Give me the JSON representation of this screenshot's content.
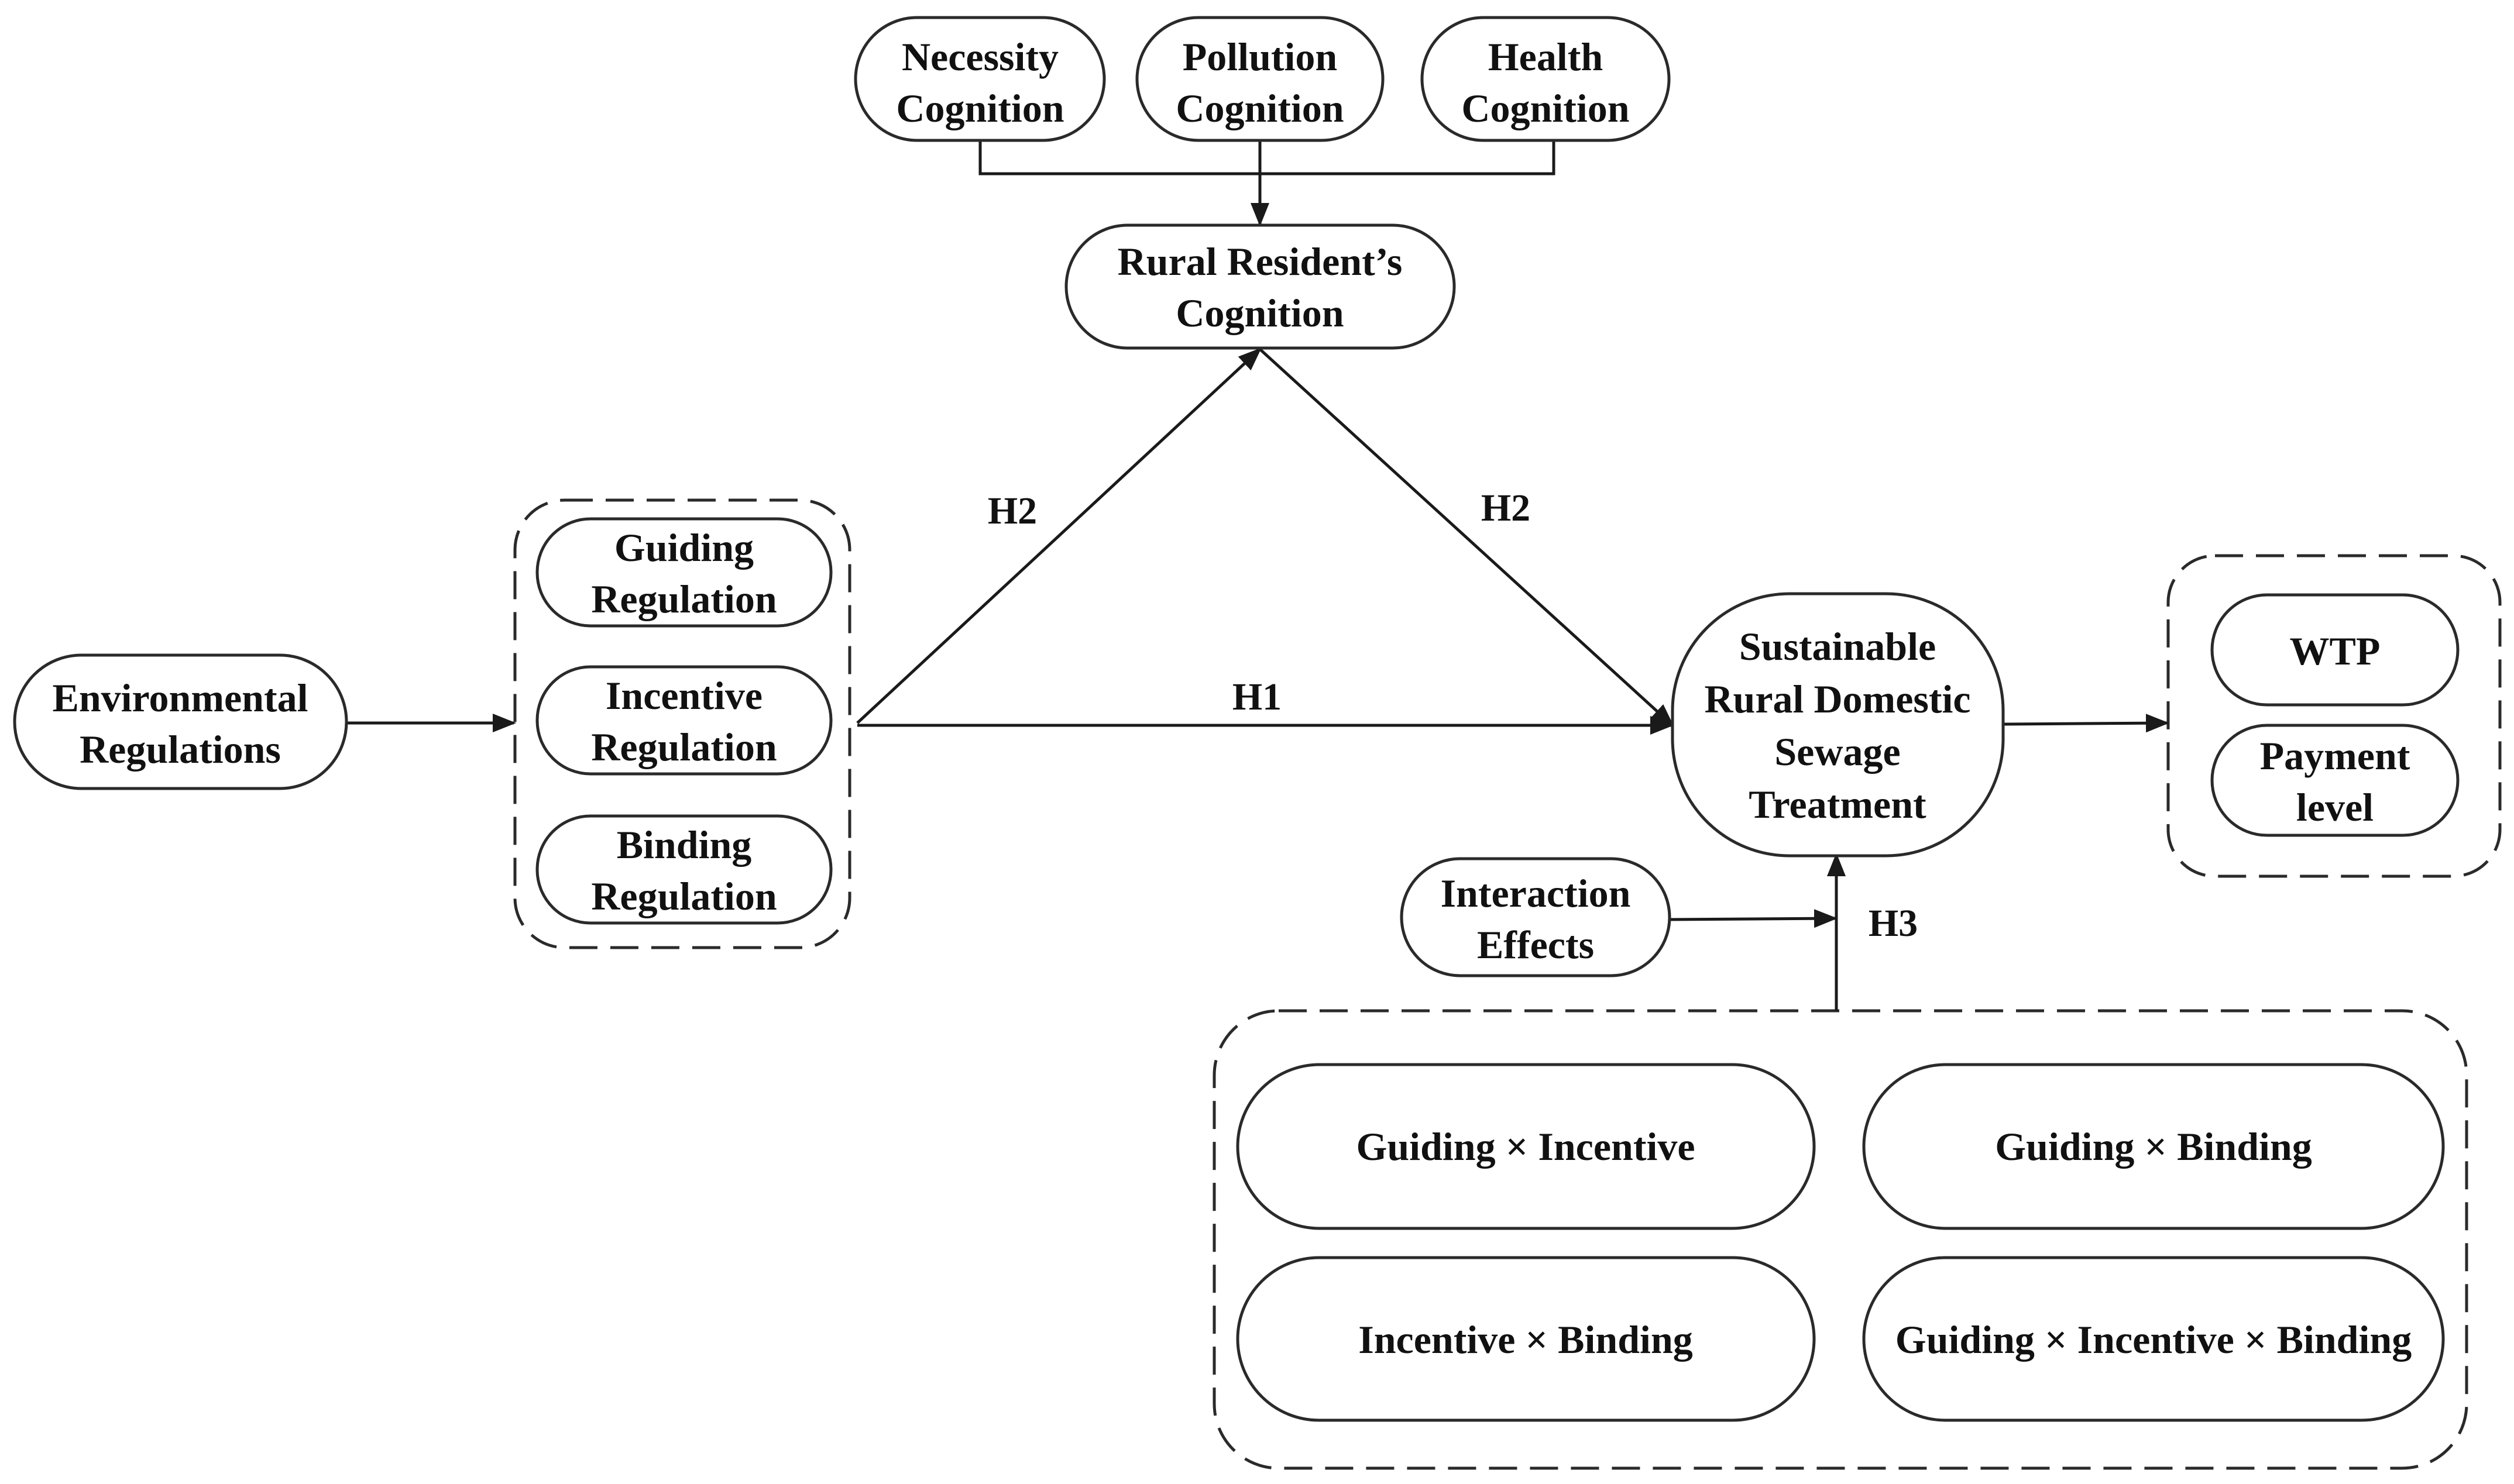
{
  "diagram": {
    "nodes": {
      "necessity": {
        "line1": "Necessity",
        "line2": "Cognition"
      },
      "pollution": {
        "line1": "Pollution",
        "line2": "Cognition"
      },
      "health": {
        "line1": "Health",
        "line2": "Cognition"
      },
      "cognition": {
        "line1": "Rural Resident’s",
        "line2": "Cognition"
      },
      "env": {
        "line1": "Environmental",
        "line2": "Regulations"
      },
      "guiding": {
        "line1": "Guiding",
        "line2": "Regulation"
      },
      "incentive": {
        "line1": "Incentive",
        "line2": "Regulation"
      },
      "binding": {
        "line1": "Binding",
        "line2": "Regulation"
      },
      "sustainable": {
        "line1": "Sustainable",
        "line2": "Rural Domestic",
        "line3": "Sewage",
        "line4": "Treatment"
      },
      "wtp": {
        "label": "WTP"
      },
      "payment": {
        "line1": "Payment",
        "line2": "level"
      },
      "interaction": {
        "line1": "Interaction",
        "line2": "Effects"
      },
      "gi": {
        "label": "Guiding × Incentive"
      },
      "gb": {
        "label": "Guiding × Binding"
      },
      "ib": {
        "label": "Incentive × Binding"
      },
      "gib": {
        "label": "Guiding × Incentive × Binding"
      }
    },
    "edge_labels": {
      "h2_left": "H2",
      "h2_right": "H2",
      "h1": "H1",
      "h3": "H3"
    }
  }
}
